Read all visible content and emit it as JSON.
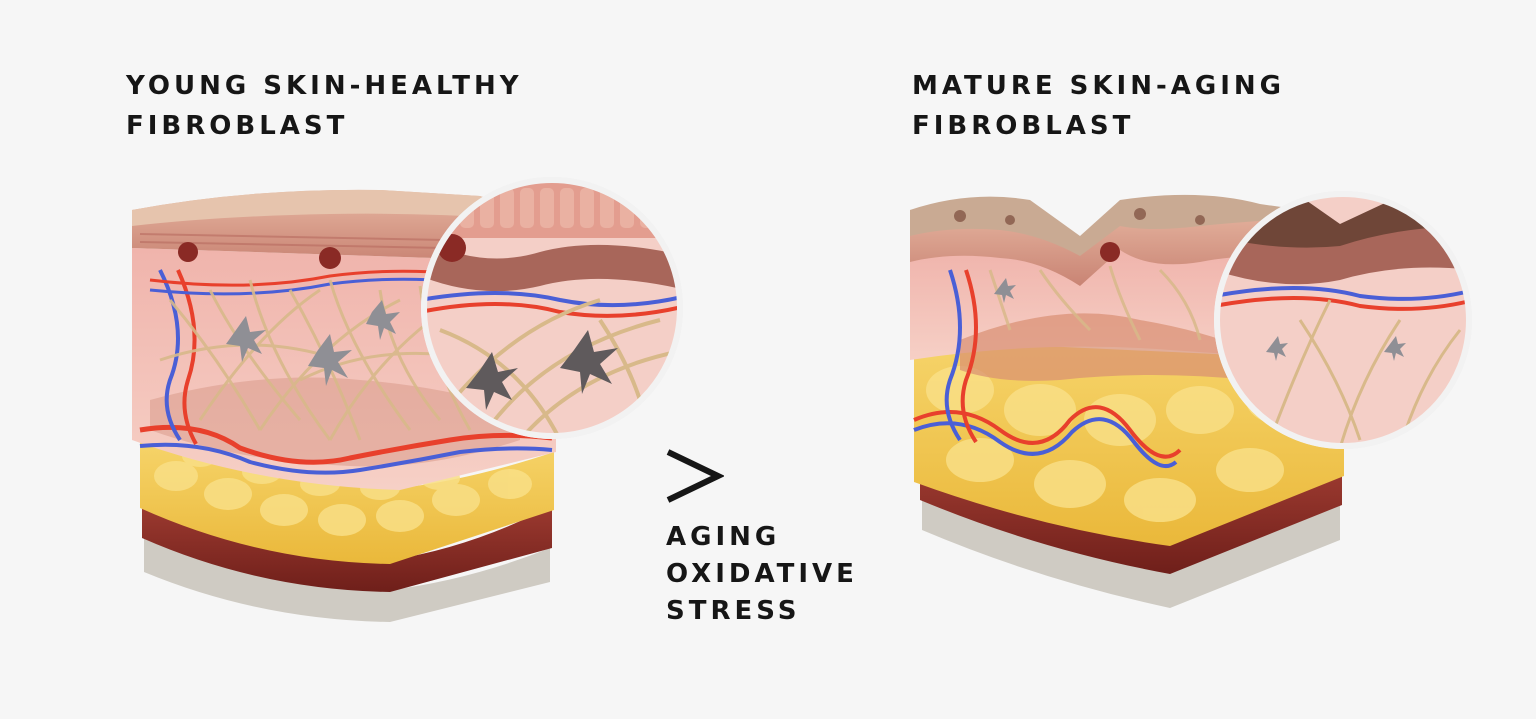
{
  "young": {
    "heading_line1": "YOUNG SKIN-HEALTHY",
    "heading_line2": "FIBROBLAST"
  },
  "mature": {
    "heading_line1": "MATURE SKIN-AGING",
    "heading_line2": "FIBROBLAST"
  },
  "comparison": {
    "symbol": ">",
    "caption_line1": "AGING",
    "caption_line2": "OXIDATIVE",
    "caption_line3": "STRESS"
  },
  "colors": {
    "background": "#f6f6f6",
    "text": "#161616",
    "epidermis": "#e9b3a4",
    "dermis": "#f3c3bc",
    "fat": "#f2c449",
    "muscle": "#8a2a25",
    "bone": "#cfcbc3",
    "artery": "#e8402c",
    "vein": "#4a5fd6",
    "collagen": "#d8b98a",
    "fibroblast": "#8f8f95"
  }
}
